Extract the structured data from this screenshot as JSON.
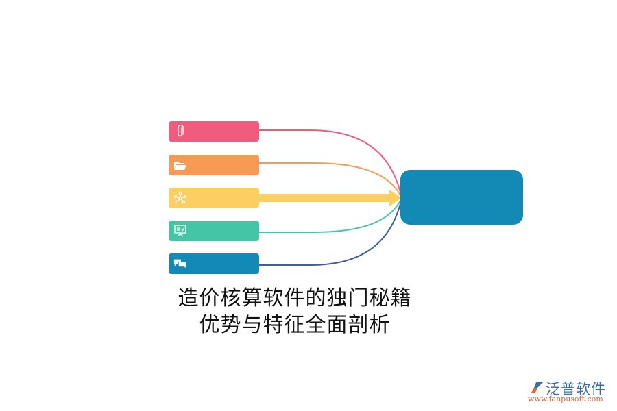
{
  "diagram": {
    "type": "converging-flow",
    "nodes": [
      {
        "id": "node-1",
        "icon": "paperclip-icon",
        "color": "#f15b7d",
        "label": ""
      },
      {
        "id": "node-2",
        "icon": "folder-icon",
        "color": "#f89a55",
        "label": ""
      },
      {
        "id": "node-3",
        "icon": "network-icon",
        "color": "#fdcf63",
        "label": ""
      },
      {
        "id": "node-4",
        "icon": "presentation-icon",
        "color": "#43c5a6",
        "label": ""
      },
      {
        "id": "node-5",
        "icon": "chat-bubbles-icon",
        "color": "#138ab5",
        "label": ""
      }
    ],
    "hub": {
      "color": "#138ab5",
      "label": ""
    },
    "link_colors": [
      "#ee5b7c",
      "#f59a55",
      "#fdcf63",
      "#43c5a6",
      "#3d5f9e"
    ]
  },
  "caption": {
    "line1": "造价核算软件的独门秘籍",
    "line2": "优势与特征全面剖析"
  },
  "watermark": {
    "brand": "泛普软件",
    "url": "www.fanpusoft.com"
  }
}
